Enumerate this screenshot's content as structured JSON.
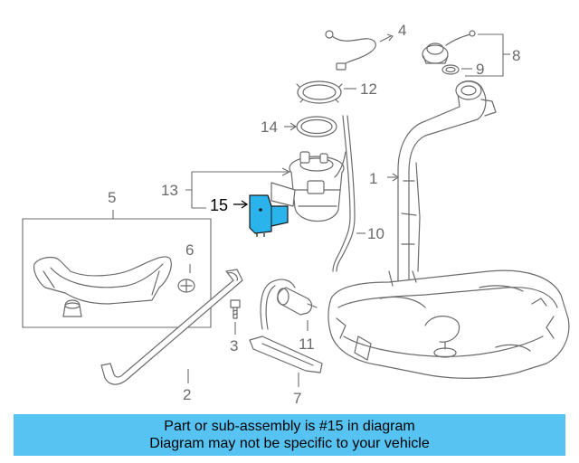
{
  "diagram": {
    "callouts": {
      "c1": "1",
      "c2": "2",
      "c3": "3",
      "c4": "4",
      "c5": "5",
      "c6": "6",
      "c7": "7",
      "c8": "8",
      "c9": "9",
      "c10": "10",
      "c11": "11",
      "c12": "12",
      "c13": "13",
      "c14": "14",
      "c15": "15"
    },
    "highlight_part": "15",
    "highlight_color": "#2bb3ec",
    "line_color": "#6b6b6b"
  },
  "banner": {
    "line1": "Part or sub-assembly is #15 in diagram",
    "line2": "Diagram may not be specific to your vehicle",
    "color": "#56c3f3"
  }
}
